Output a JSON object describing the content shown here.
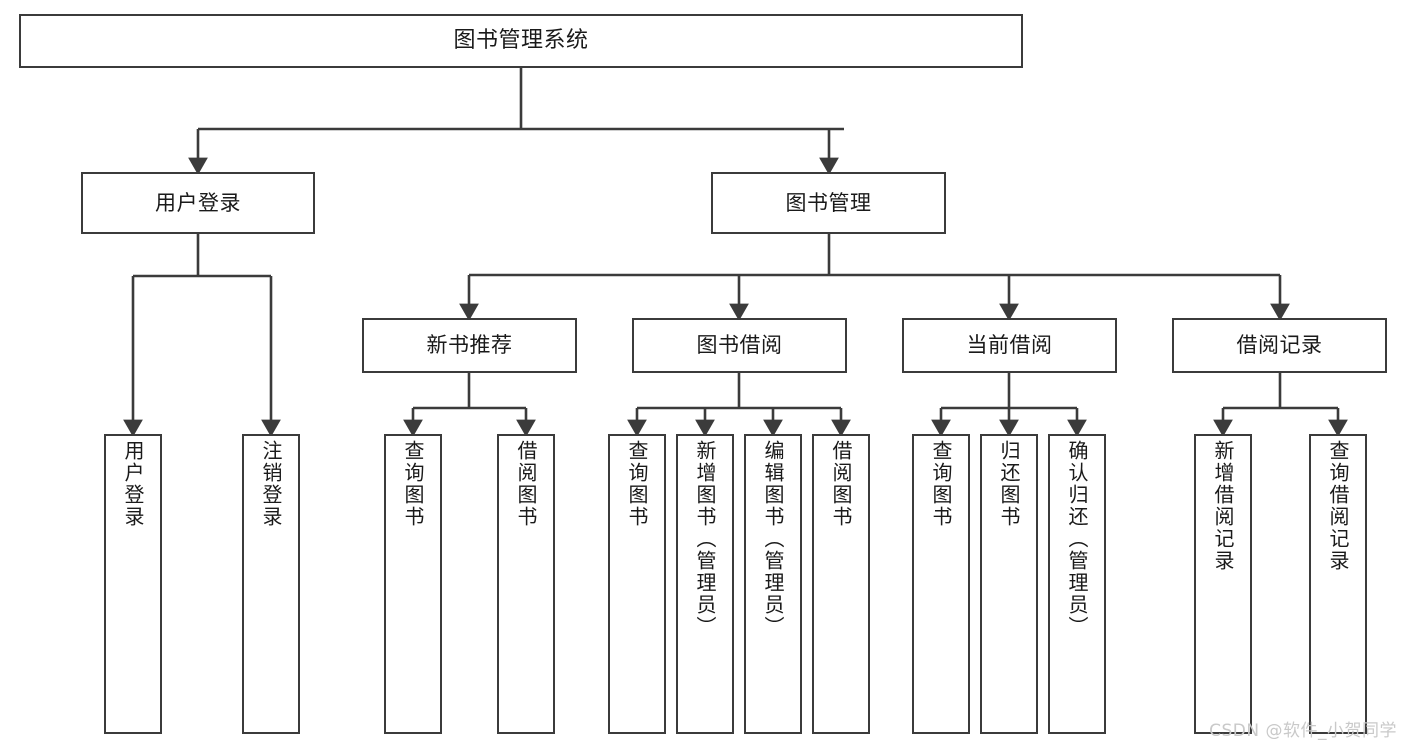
{
  "diagram": {
    "title": "图书管理系统",
    "type": "tree-hierarchy-chart",
    "line_color": "#3b3b3b",
    "background_color": "#ffffff",
    "nodes": {
      "root": {
        "label": "图书管理系统"
      },
      "level2": [
        {
          "label": "用户登录"
        },
        {
          "label": "图书管理"
        }
      ],
      "level3": [
        {
          "label": "新书推荐"
        },
        {
          "label": "图书借阅"
        },
        {
          "label": "当前借阅"
        },
        {
          "label": "借阅记录"
        }
      ],
      "leaves_user_login": [
        {
          "label": "用户登录"
        },
        {
          "label": "注销登录"
        }
      ],
      "leaves_new_book": [
        {
          "label": "查询图书"
        },
        {
          "label": "借阅图书"
        }
      ],
      "leaves_borrow": [
        {
          "label": "查询图书"
        },
        {
          "label": "新增图书（管理员）"
        },
        {
          "label": "编辑图书（管理员）"
        },
        {
          "label": "借阅图书"
        }
      ],
      "leaves_current": [
        {
          "label": "查询图书"
        },
        {
          "label": "归还图书"
        },
        {
          "label": "确认归还（管理员）"
        }
      ],
      "leaves_records": [
        {
          "label": "新增借阅记录"
        },
        {
          "label": "查询借阅记录"
        }
      ]
    }
  },
  "watermark": {
    "text": "CSDN @软件_小贺同学",
    "color": "#c9c9c9"
  }
}
